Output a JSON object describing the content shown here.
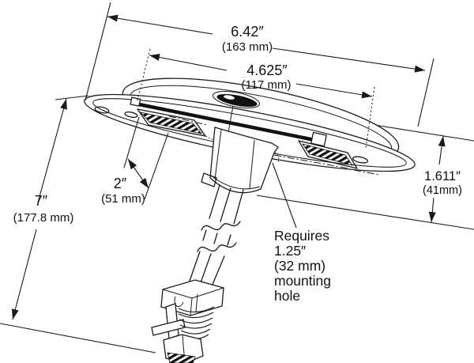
{
  "diagram": {
    "type": "technical-dimension-drawing",
    "subject": "surface-mount dome lamp with mounting stem and clamp nut",
    "colors": {
      "line": "#1a1a1a",
      "background": "#ffffff"
    },
    "dimensions": {
      "overall_width": {
        "inches": "6.42″",
        "mm": "(163 mm)"
      },
      "inner_width": {
        "inches": "4.625″",
        "mm": "(117 mm)"
      },
      "lens_width": {
        "inches": "2″",
        "mm": "(51 mm)"
      },
      "overall_depth": {
        "inches": "7″",
        "mm": "(177.8 mm)"
      },
      "recess_depth": {
        "inches": "1.611″",
        "mm": "(41mm)"
      }
    },
    "note_lines": [
      "Requires",
      "1.25″",
      "(32 mm)",
      "mounting",
      "hole"
    ]
  }
}
